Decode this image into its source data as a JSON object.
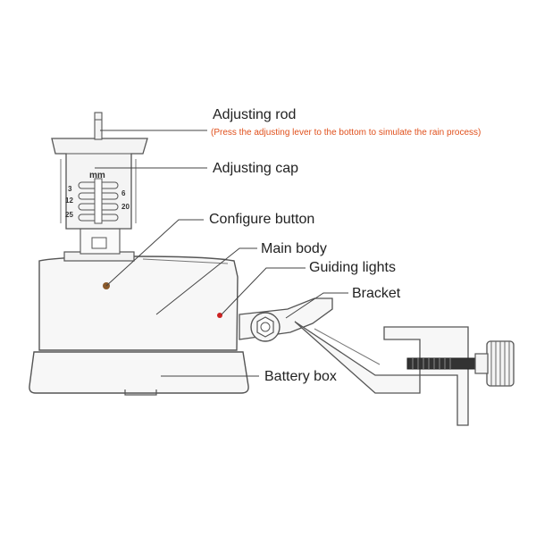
{
  "labels": {
    "adjusting_rod": "Adjusting rod",
    "adjusting_rod_note": "(Press the adjusting lever to the bottom to simulate the rain process)",
    "adjusting_cap": "Adjusting cap",
    "configure_button": "Configure button",
    "main_body": "Main body",
    "guiding_lights": "Guiding lights",
    "bracket": "Bracket",
    "battery_box": "Battery box"
  },
  "scale": {
    "unit": "mm",
    "left_ticks": [
      "3",
      "12",
      "25"
    ],
    "right_ticks": [
      "6",
      "20"
    ]
  },
  "colors": {
    "note_text": "#e0501c",
    "configure_dot": "#8b5a2b",
    "guiding_dot": "#cc2222",
    "outline": "#555555",
    "leader": "#444444"
  }
}
